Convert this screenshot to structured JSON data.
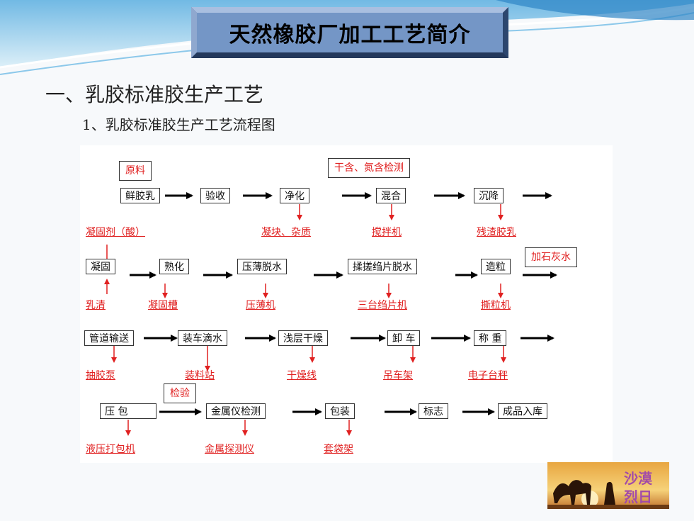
{
  "slide": {
    "title": "天然橡胶厂加工工艺简介",
    "heading": "一、乳胶标准胶生产工艺",
    "subheading": "1、乳胶标准胶生产工艺流程图"
  },
  "flow": {
    "row1": {
      "steps": [
        "鲜胶乳",
        "验收",
        "净化",
        "混合",
        "沉降"
      ],
      "top_notes": [
        "原料",
        "干含、氮含检测"
      ],
      "bottom_labels": [
        "凝固剂（酸）",
        "凝块、杂质",
        "搅拌机",
        "残渣胶乳"
      ]
    },
    "row2": {
      "steps": [
        "凝固",
        "熟化",
        "压薄脱水",
        "揉搓绉片脱水",
        "造粒"
      ],
      "top_notes": [
        "加石灰水"
      ],
      "bottom_labels": [
        "乳清",
        "凝固槽",
        "压薄机",
        "三台绉片机",
        "撕粒机"
      ]
    },
    "row3": {
      "steps": [
        "管道输送",
        "装车滴水",
        "浅层干燥",
        "卸 车",
        "称 重"
      ],
      "bottom_labels": [
        "抽胶泵",
        "装料站",
        "干燥线",
        "吊车架",
        "电子台秤"
      ]
    },
    "row4": {
      "steps": [
        "压 包",
        "金属仪检测",
        "包装",
        "标志",
        "成品入库"
      ],
      "top_notes": [
        "检验"
      ],
      "bottom_labels": [
        "液压打包机",
        "金属探测仪",
        "套袋架"
      ]
    }
  },
  "logo": {
    "text": "沙漠烈日"
  },
  "colors": {
    "accent_red": "#e02020",
    "title_box": "#6f8fbf",
    "swoosh": "#4fa3d8"
  }
}
